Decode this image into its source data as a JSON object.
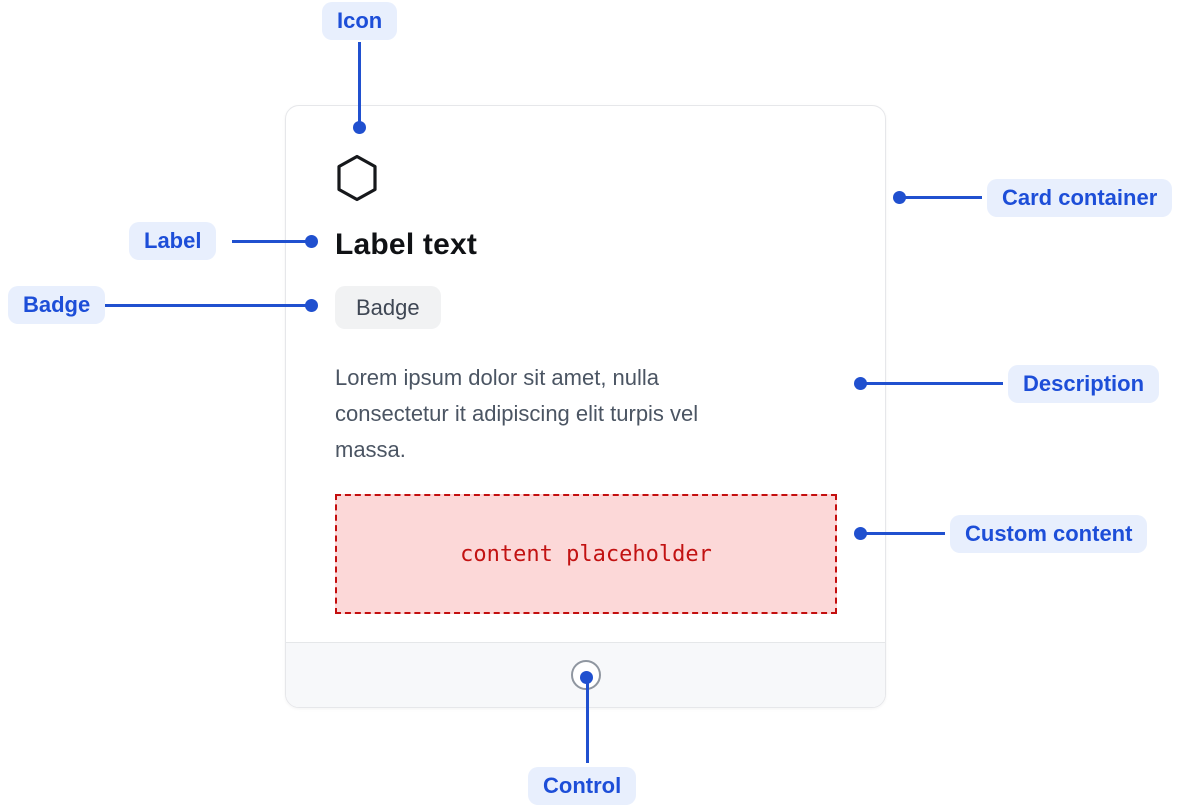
{
  "card": {
    "icon": "hexagon-icon",
    "title": "Label text",
    "badge": "Badge",
    "description": "Lorem ipsum dolor sit amet, nulla consectetur it adipiscing elit turpis vel massa.",
    "description_lines": [
      "Lorem ipsum dolor sit amet, nulla",
      "consectetur it adipiscing elit turpis vel",
      "massa."
    ],
    "placeholder_text": "content placeholder",
    "control_icon": "circle-control"
  },
  "callouts": {
    "icon": "Icon",
    "label": "Label",
    "badge": "Badge",
    "card_container": "Card container",
    "description": "Description",
    "custom_content": "Custom content",
    "control": "Control"
  },
  "colors": {
    "annotation_blue": "#1d4ed8",
    "annotation_line_blue": "#2050cf",
    "annotation_pill_bg": "#e8effd",
    "card_border": "#e6e7ea",
    "footer_bg": "#f7f8fa",
    "badge_bg": "#f1f2f3",
    "badge_text": "#3f4754",
    "description_text": "#4b5563",
    "placeholder_bg": "#fcd8d8",
    "placeholder_border": "#c40e0e",
    "placeholder_text_color": "#c21212",
    "title_text": "#101215"
  }
}
